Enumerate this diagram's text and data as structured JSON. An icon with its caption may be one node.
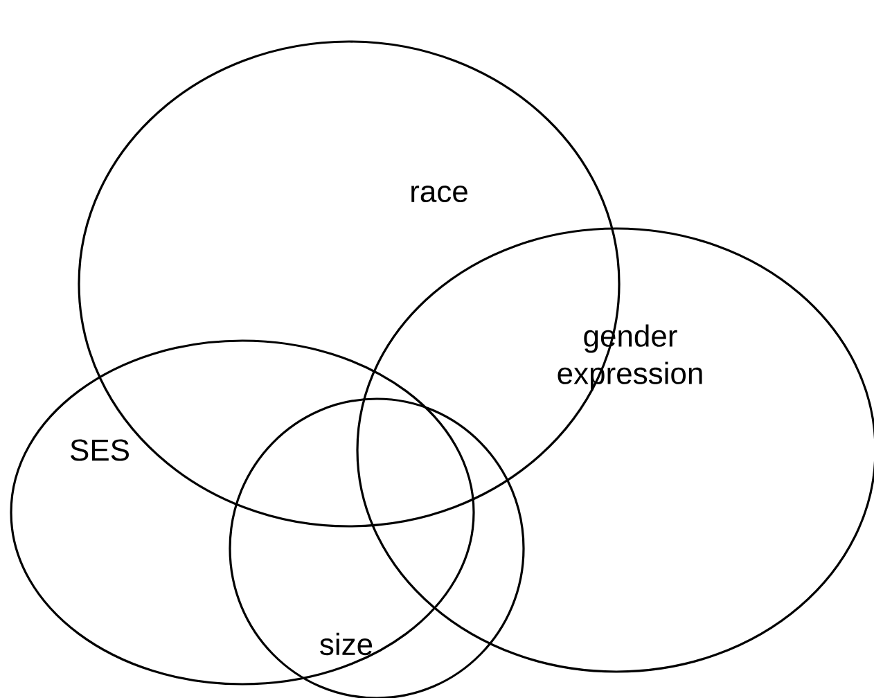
{
  "diagram": {
    "nodes": [
      {
        "text": [
          "race"
        ]
      },
      {
        "text": [
          "gender expression"
        ]
      },
      {
        "text": [
          "SES"
        ]
      },
      {
        "text": [
          "size"
        ]
      }
    ]
  }
}
